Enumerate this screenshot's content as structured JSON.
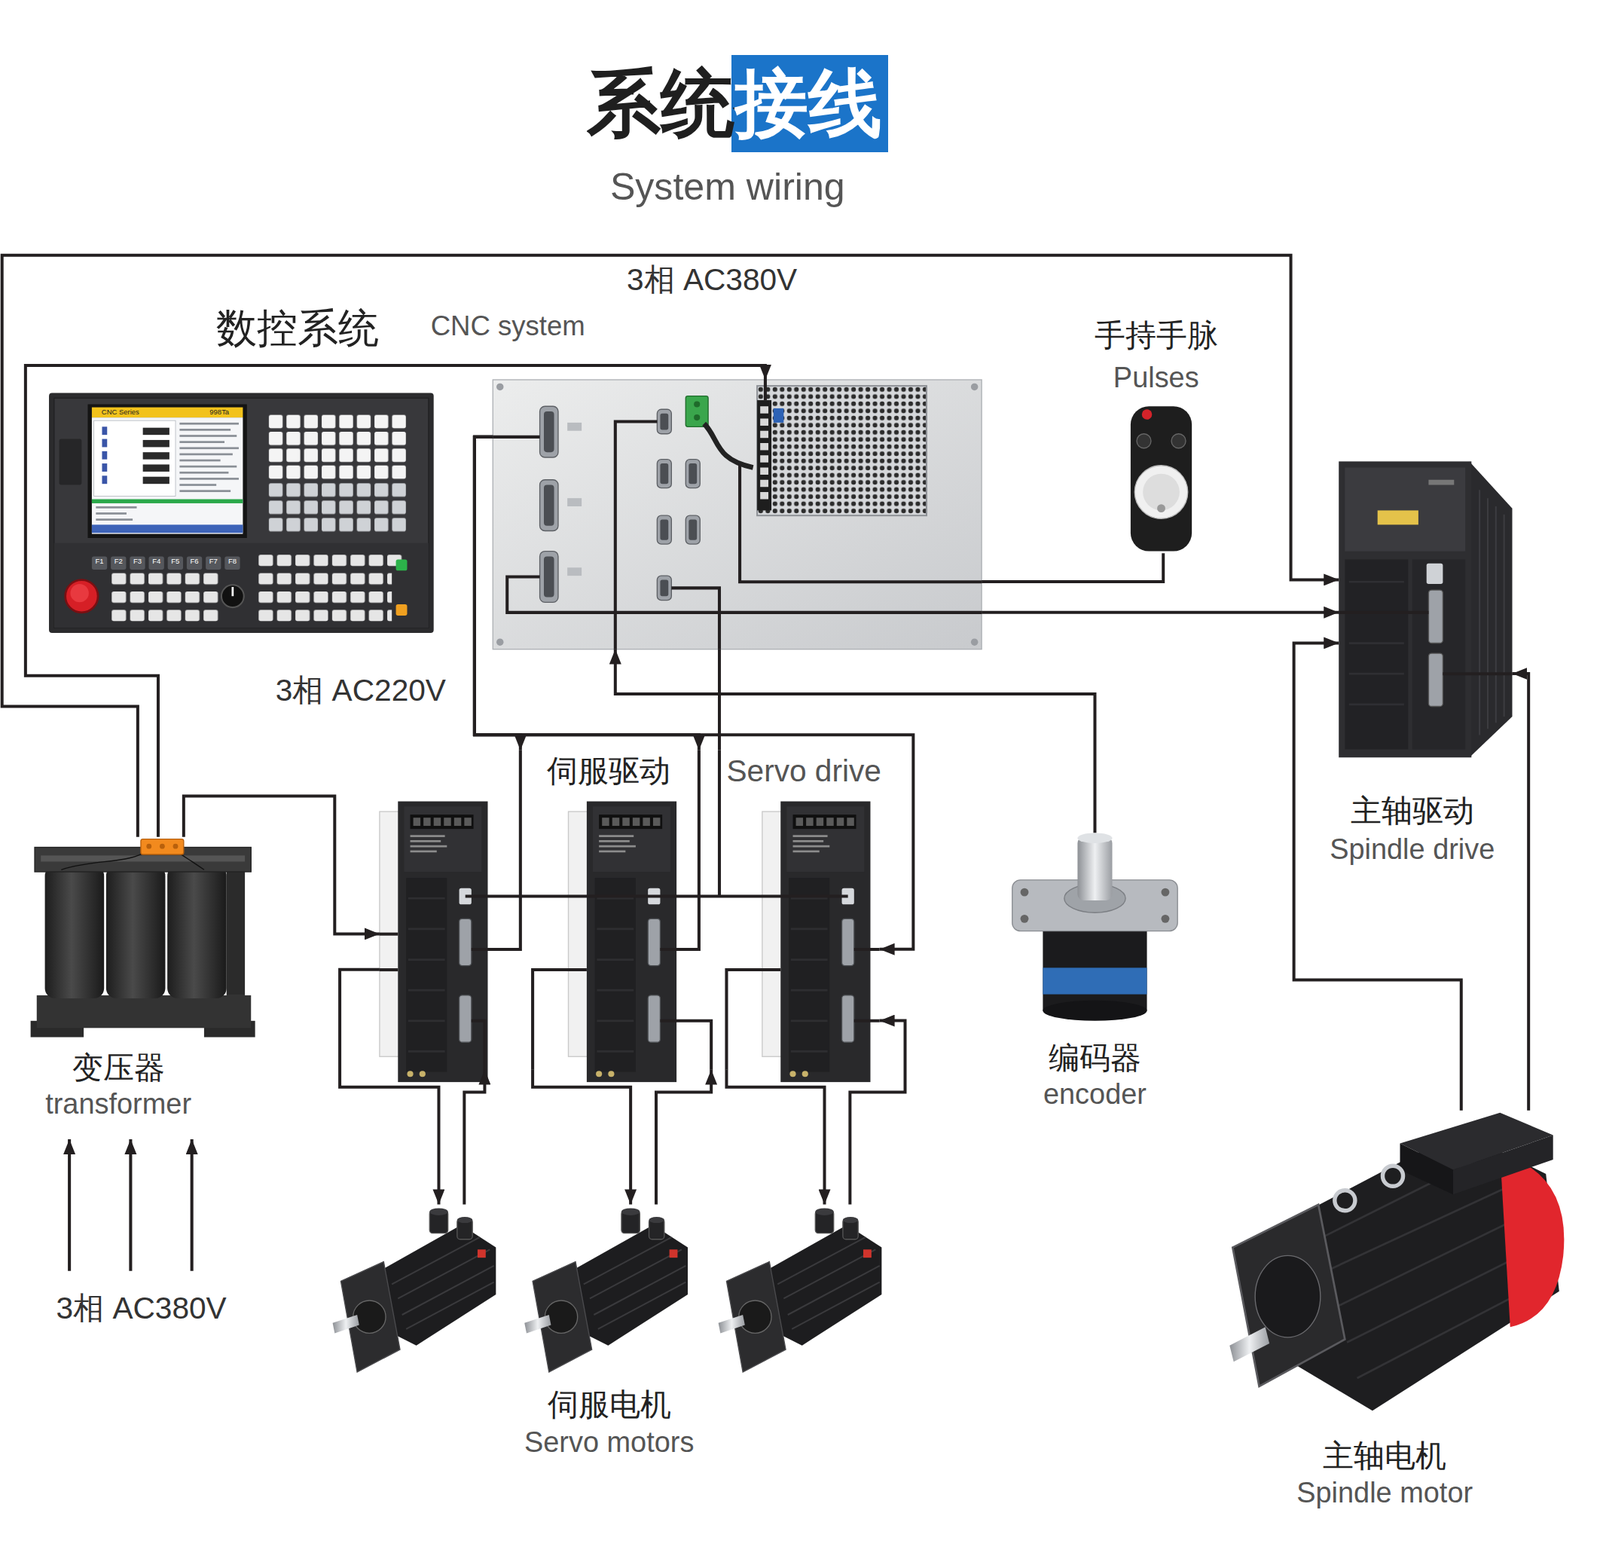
{
  "diagram": {
    "title": "系统接线",
    "nodes": [
      {
        "text": [
          "数控系统",
          "CNC system"
        ]
      },
      {
        "text": [
          "手持手脉",
          "Pulses"
        ]
      },
      {
        "text": [
          "主轴驱动",
          "Spindle drive"
        ]
      },
      {
        "text": [
          "变压器",
          "transformer"
        ]
      },
      {
        "text": [
          "伺服驱动",
          "Servo drive"
        ]
      },
      {
        "text": [
          "编码器",
          "encoder"
        ]
      },
      {
        "text": [
          "伺服电机",
          "Servo motors"
        ]
      },
      {
        "text": [
          "主轴电机",
          "Spindle motor"
        ]
      }
    ],
    "edges": [
      {
        "from": 3,
        "to": 2,
        "arrow": "to",
        "label": "3相 AC380V"
      },
      {
        "from": 3,
        "to": 0,
        "arrow": "to"
      },
      {
        "from": 3,
        "to": 4,
        "arrow": "to"
      },
      {
        "from": 0,
        "to": 4,
        "arrow": "to"
      },
      {
        "from": 0,
        "to": 4,
        "arrow": "to"
      },
      {
        "from": 0,
        "to": 4,
        "arrow": "to"
      },
      {
        "from": 0,
        "to": 4,
        "arrow": "none"
      },
      {
        "from": 0,
        "to": 2,
        "arrow": "to"
      },
      {
        "from": 1,
        "to": 0,
        "arrow": "none"
      },
      {
        "from": 5,
        "to": 0,
        "arrow": "to"
      },
      {
        "from": 4,
        "to": 6,
        "arrow": "to"
      },
      {
        "from": 6,
        "to": 4,
        "arrow": "to"
      },
      {
        "from": 4,
        "to": 6,
        "arrow": "to"
      },
      {
        "from": 6,
        "to": 4,
        "arrow": "to"
      },
      {
        "from": 4,
        "to": 6,
        "arrow": "to"
      },
      {
        "from": 6,
        "to": 4,
        "arrow": "to"
      },
      {
        "from": 7,
        "to": 2,
        "arrow": "to"
      },
      {
        "from": 7,
        "to": 2,
        "arrow": "to"
      }
    ],
    "labels": [
      "System wiring",
      "CNC Series",
      "998Ta",
      "F1",
      "F2",
      "F3",
      "F4",
      "F5",
      "F6",
      "F7",
      "F8",
      "3相 AC220V",
      "3相 AC380V"
    ]
  }
}
